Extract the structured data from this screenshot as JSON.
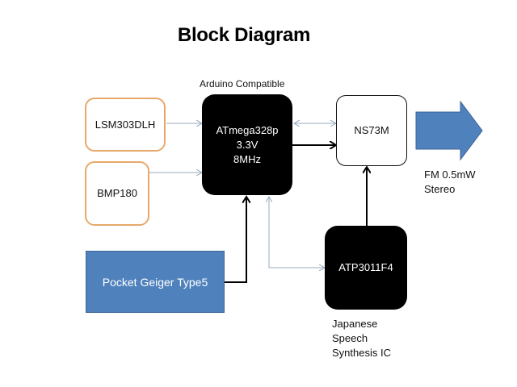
{
  "title": "Block Diagram",
  "mcu_caption": "Arduino Compatible",
  "blocks": {
    "lsm": "LSM303DLH",
    "bmp": "BMP180",
    "mcu": [
      "ATmega328p",
      "3.3V",
      "8MHz"
    ],
    "fm": "NS73M",
    "geiger": "Pocket Geiger Type5",
    "speech": "ATP3011F4"
  },
  "output_label": [
    "FM 0.5mW",
    "Stereo"
  ],
  "speech_label": [
    "Japanese",
    "Speech",
    "Synthesis IC"
  ],
  "colors": {
    "sensor_border": "#e7a96a",
    "geiger_fill": "#4f81bd",
    "output_arrow": "#4f81bd",
    "bus_line": "#9aaabb",
    "signal_line": "#000000"
  }
}
